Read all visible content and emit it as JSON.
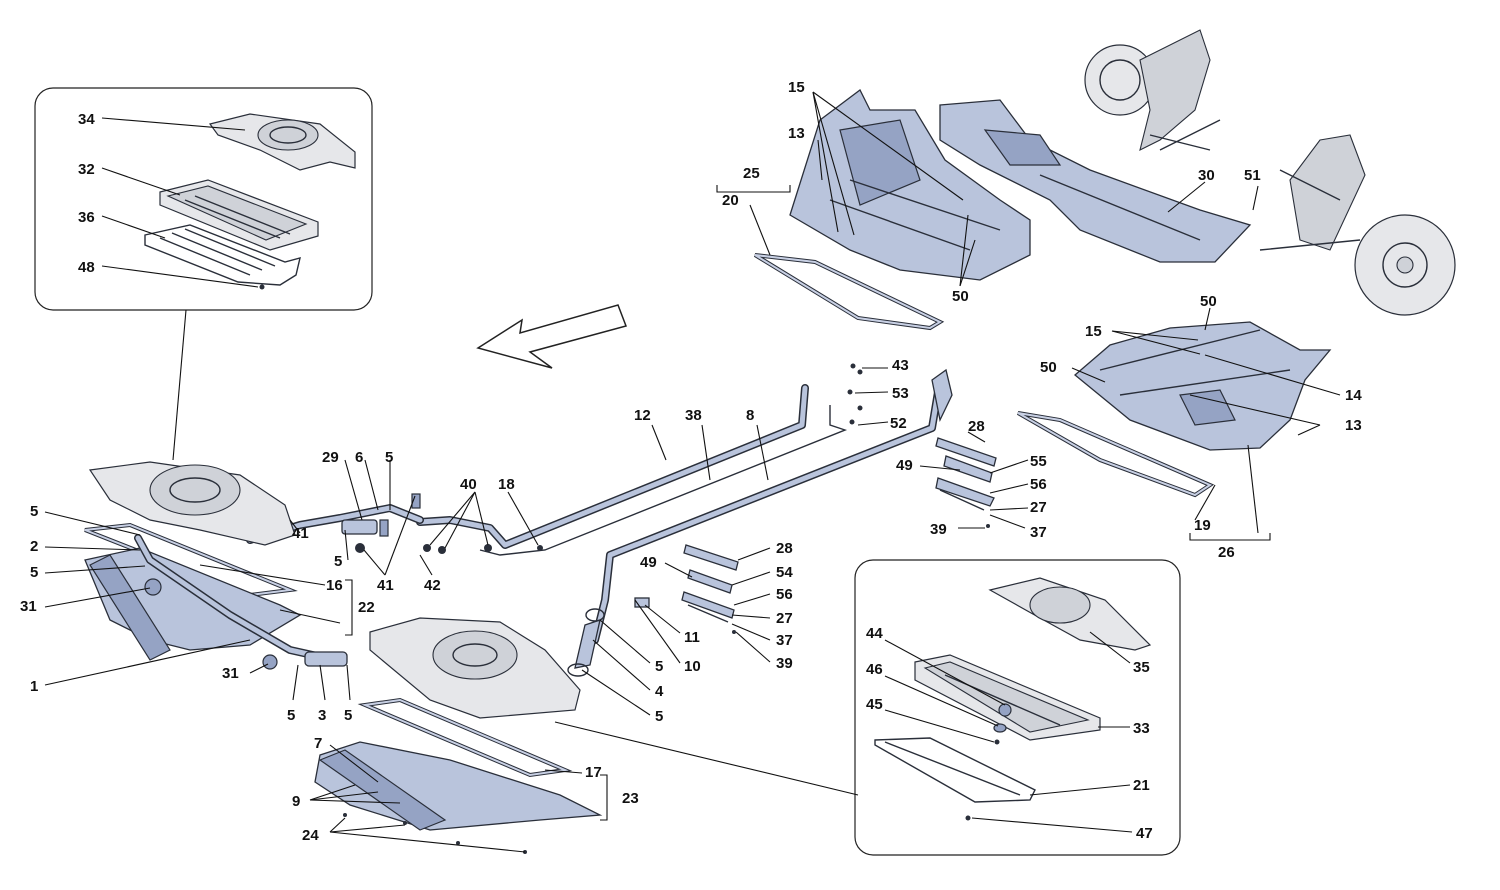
{
  "callouts": [
    {
      "id": "c34",
      "text": "34"
    },
    {
      "id": "c32",
      "text": "32"
    },
    {
      "id": "c36",
      "text": "36"
    },
    {
      "id": "c48",
      "text": "48"
    },
    {
      "id": "c15a",
      "text": "15"
    },
    {
      "id": "c13a",
      "text": "13"
    },
    {
      "id": "c25",
      "text": "25"
    },
    {
      "id": "c20",
      "text": "20"
    },
    {
      "id": "c30",
      "text": "30"
    },
    {
      "id": "c51",
      "text": "51"
    },
    {
      "id": "c50a",
      "text": "50"
    },
    {
      "id": "c50b",
      "text": "50"
    },
    {
      "id": "c15b",
      "text": "15"
    },
    {
      "id": "c50c",
      "text": "50"
    },
    {
      "id": "c14",
      "text": "14"
    },
    {
      "id": "c13b",
      "text": "13"
    },
    {
      "id": "c43",
      "text": "43"
    },
    {
      "id": "c53",
      "text": "53"
    },
    {
      "id": "c52",
      "text": "52"
    },
    {
      "id": "c12",
      "text": "12"
    },
    {
      "id": "c38",
      "text": "38"
    },
    {
      "id": "c8",
      "text": "8"
    },
    {
      "id": "c28a",
      "text": "28"
    },
    {
      "id": "c49a",
      "text": "49"
    },
    {
      "id": "c55",
      "text": "55"
    },
    {
      "id": "c56a",
      "text": "56"
    },
    {
      "id": "c27a",
      "text": "27"
    },
    {
      "id": "c39a",
      "text": "39"
    },
    {
      "id": "c37a",
      "text": "37"
    },
    {
      "id": "c19",
      "text": "19"
    },
    {
      "id": "c26",
      "text": "26"
    },
    {
      "id": "c29",
      "text": "29"
    },
    {
      "id": "c6",
      "text": "6"
    },
    {
      "id": "c5a",
      "text": "5"
    },
    {
      "id": "c40",
      "text": "40"
    },
    {
      "id": "c18",
      "text": "18"
    },
    {
      "id": "c5b",
      "text": "5"
    },
    {
      "id": "c2",
      "text": "2"
    },
    {
      "id": "c5c",
      "text": "5"
    },
    {
      "id": "c31a",
      "text": "31"
    },
    {
      "id": "c41a",
      "text": "41"
    },
    {
      "id": "c5d",
      "text": "5"
    },
    {
      "id": "c41b",
      "text": "41"
    },
    {
      "id": "c42",
      "text": "42"
    },
    {
      "id": "c16",
      "text": "16"
    },
    {
      "id": "c22",
      "text": "22"
    },
    {
      "id": "c1",
      "text": "1"
    },
    {
      "id": "c31b",
      "text": "31"
    },
    {
      "id": "c5e",
      "text": "5"
    },
    {
      "id": "c3",
      "text": "3"
    },
    {
      "id": "c5f",
      "text": "5"
    },
    {
      "id": "c28b",
      "text": "28"
    },
    {
      "id": "c49b",
      "text": "49"
    },
    {
      "id": "c54",
      "text": "54"
    },
    {
      "id": "c56b",
      "text": "56"
    },
    {
      "id": "c27b",
      "text": "27"
    },
    {
      "id": "c37b",
      "text": "37"
    },
    {
      "id": "c39b",
      "text": "39"
    },
    {
      "id": "c11",
      "text": "11"
    },
    {
      "id": "c10",
      "text": "10"
    },
    {
      "id": "c5g",
      "text": "5"
    },
    {
      "id": "c4",
      "text": "4"
    },
    {
      "id": "c5h",
      "text": "5"
    },
    {
      "id": "c7",
      "text": "7"
    },
    {
      "id": "c9",
      "text": "9"
    },
    {
      "id": "c24",
      "text": "24"
    },
    {
      "id": "c17",
      "text": "17"
    },
    {
      "id": "c23",
      "text": "23"
    },
    {
      "id": "c44",
      "text": "44"
    },
    {
      "id": "c46",
      "text": "46"
    },
    {
      "id": "c45",
      "text": "45"
    },
    {
      "id": "c35",
      "text": "35"
    },
    {
      "id": "c33",
      "text": "33"
    },
    {
      "id": "c21",
      "text": "21"
    },
    {
      "id": "c47",
      "text": "47"
    }
  ]
}
